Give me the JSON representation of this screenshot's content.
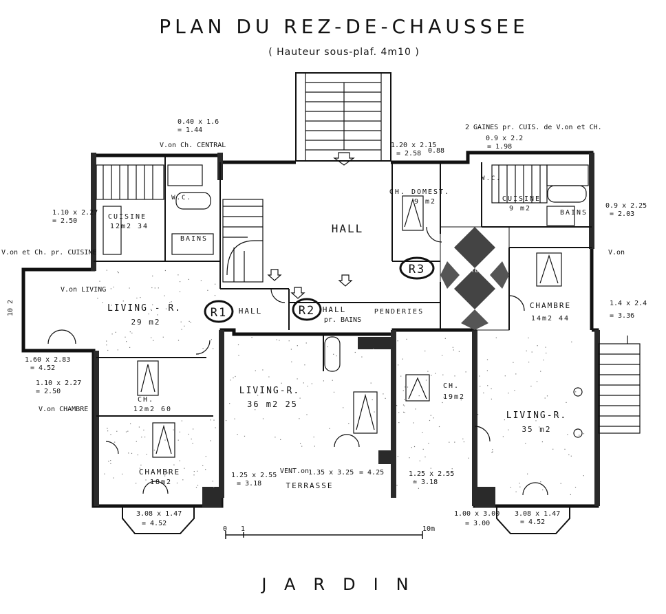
{
  "title": "PLAN DU REZ-DE-CHAUSSEE",
  "subtitle": "( Hauteur sous-plaf. 4m10 )",
  "footer": "JARDIN",
  "scale": {
    "t0": "0",
    "t1": "1",
    "t10": "10m"
  },
  "rooms": {
    "hall_main": "HALL",
    "cuisine_left": "CUISINE",
    "cuisine_left_area": "12m2 34",
    "bains_left": "BAINS",
    "wc_left": "W.C.",
    "living_left": "LIVING - R.",
    "living_left_area": "29 m2",
    "ch_left": "CH.",
    "ch_left_area": "12m2 60",
    "chambre_left": "CHAMBRE",
    "chambre_left_area": "18m2",
    "hall_r1": "HALL",
    "hall_r2": "HALL",
    "living_mid": "LIVING-R.",
    "living_mid_area": "36 m2 25",
    "ch_domest": "CH. DOMEST.",
    "ch_domest_area": "9 m2",
    "cuisine_right": "CUISINE",
    "cuisine_right_area": "9 m2",
    "bains_right": "BAINS",
    "wc_right": "W.C.",
    "hall_right": "HALL",
    "chambre_right": "CHAMBRE",
    "chambre_right_area": "14m2 44",
    "ch_mid": "CH.",
    "ch_mid_area": "19m2",
    "living_right": "LIVING-R.",
    "living_right_area": "35 m2",
    "penderies": "PENDERIES",
    "penderies2": "pr. BAINS",
    "terrasse": "TERRASSE",
    "vent": "VENT.on",
    "r1": "R1",
    "r2": "R2",
    "r3": "R3"
  },
  "notes": {
    "n1": "0.40 x 1.6",
    "n1v": "= 1.44",
    "n1c": "V.on Ch. CENTRAL",
    "n2": "1.10 x 2.27",
    "n2v": "= 2.50",
    "n3": "V.on et Ch. pr. CUISINE",
    "n4": "V.on LIVING",
    "n5": "1.60 x 2.83",
    "n5v": "= 4.52",
    "n6": "1.10 x 2.27",
    "n6v": "= 2.50",
    "n7": "V.on CHAMBRE",
    "n8": "1.25 x 2.55",
    "n8v": "= 3.18",
    "n9": "1.35 x 3.25",
    "n9v": "= 4.25",
    "n10": "1.25 x 2.55",
    "n10v": "= 3.18",
    "n11": "3.08 x 1.47",
    "n11v": "= 4.52",
    "n12": "1.00 x 3.00",
    "n12v": "= 3.00",
    "n13": "3.08 x 1.47",
    "n13v": "= 4.52",
    "n14": "1.20 x 2.15",
    "n14v": "= 2.58",
    "n15": "0.88",
    "n16": "2 GAINES pr. CUIS. de V.on et CH.",
    "n17": "0.9 x 2.2",
    "n17v": "= 1.98",
    "n18": "0.9 x 2.25",
    "n18v": "= 2.03",
    "n19": "1.4 x 2.4",
    "n19v": "= 3.36",
    "n20": "V.on",
    "n21": "10 2"
  }
}
